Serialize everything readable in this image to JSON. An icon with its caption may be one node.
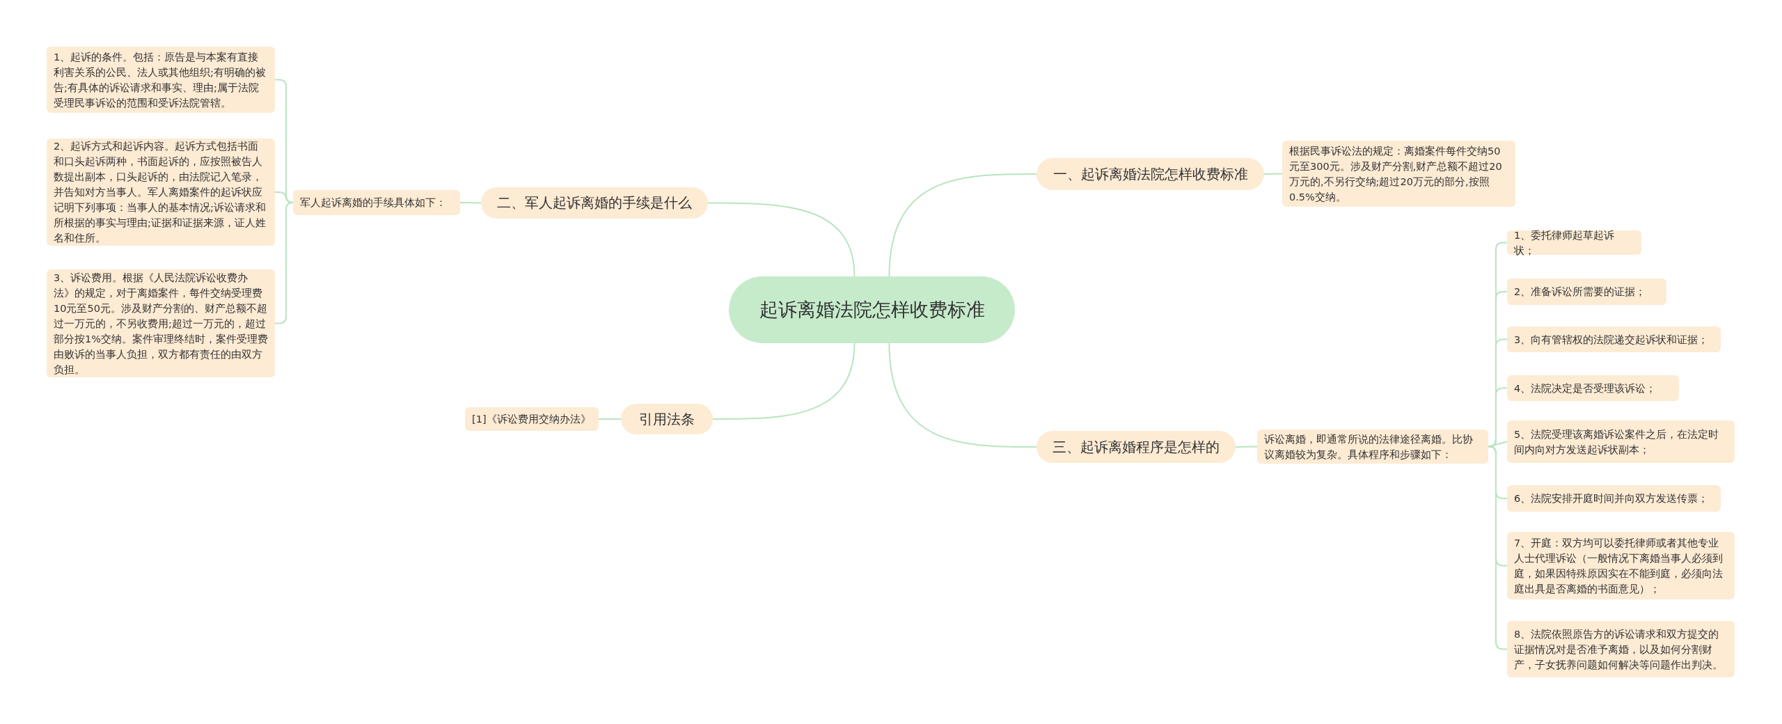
{
  "diagram": {
    "nodes": [
      {
        "text": [
          "起诉离婚法院怎样收费标准"
        ]
      },
      {
        "text": [
          "一、起诉离婚法院怎样收费标准"
        ]
      },
      {
        "text": [
          "根据民事诉讼法的规定：离婚案件每件交纳50元至300元。涉及财产分割,财产总额不超过20万元的,不另行交纳;超过20万元的部分,按照0.5%交纳。"
        ]
      },
      {
        "text": [
          "二、军人起诉离婚的手续是什么"
        ]
      },
      {
        "text": [
          "军人起诉离婚的手续具体如下："
        ]
      },
      {
        "text": [
          "1、起诉的条件。包括：原告是与本案有直接利害关系的公民、法人或其他组织;有明确的被告;有具体的诉讼请求和事实、理由;属于法院受理民事诉讼的范围和受诉法院管辖。"
        ]
      },
      {
        "text": [
          "2、起诉方式和起诉内容。起诉方式包括书面和口头起诉两种，书面起诉的，应按照被告人数提出副本，口头起诉的，由法院记入笔录，并告知对方当事人。军人离婚案件的起诉状应记明下列事项：当事人的基本情况;诉讼请求和所根据的事实与理由;证据和证据来源，证人姓名和住所。"
        ]
      },
      {
        "text": [
          "3、诉讼费用。根据《人民法院诉讼收费办法》的规定，对于离婚案件，每件交纳受理费10元至50元。涉及财产分割的、财产总额不超过一万元的，不另收费用;超过一万元的，超过部分按1%交纳。案件审理终结时，案件受理费由败诉的当事人负担，双方都有责任的由双方负担。"
        ]
      },
      {
        "text": [
          "引用法条"
        ]
      },
      {
        "text": [
          "[1]《诉讼费用交纳办法》"
        ]
      },
      {
        "text": [
          "三、起诉离婚程序是怎样的"
        ]
      },
      {
        "text": [
          "诉讼离婚，即通常所说的法律途径离婚。比协议离婚较为复杂。具体程序和步骤如下："
        ]
      },
      {
        "text": [
          "1、委托律师起草起诉状；"
        ]
      },
      {
        "text": [
          "2、准备诉讼所需要的证据；"
        ]
      },
      {
        "text": [
          "3、向有管辖权的法院递交起诉状和证据；"
        ]
      },
      {
        "text": [
          "4、法院决定是否受理该诉讼；"
        ]
      },
      {
        "text": [
          "5、法院受理该离婚诉讼案件之后，在法定时间内向对方发送起诉状副本；"
        ]
      },
      {
        "text": [
          "6、法院安排开庭时间并向双方发送传票；"
        ]
      },
      {
        "text": [
          "7、开庭：双方均可以委托律师或者其他专业人士代理诉讼（一般情况下离婚当事人必须到庭，如果因特殊原因实在不能到庭，必须向法庭出具是否离婚的书面意见）；"
        ]
      },
      {
        "text": [
          "8、法院依照原告方的诉讼请求和双方提交的证据情况对是否准予离婚，以及如何分割财产，子女抚养问题如何解决等问题作出判决。"
        ]
      }
    ],
    "edges": [
      {
        "from": 0,
        "to": 1,
        "arrow": "none"
      },
      {
        "from": 1,
        "to": 2,
        "arrow": "none"
      },
      {
        "from": 0,
        "to": 3,
        "arrow": "none"
      },
      {
        "from": 3,
        "to": 4,
        "arrow": "none"
      },
      {
        "from": 4,
        "to": 5,
        "arrow": "none"
      },
      {
        "from": 4,
        "to": 6,
        "arrow": "none"
      },
      {
        "from": 4,
        "to": 7,
        "arrow": "none"
      },
      {
        "from": 0,
        "to": 8,
        "arrow": "none"
      },
      {
        "from": 8,
        "to": 9,
        "arrow": "none"
      },
      {
        "from": 0,
        "to": 10,
        "arrow": "none"
      },
      {
        "from": 10,
        "to": 11,
        "arrow": "none"
      },
      {
        "from": 11,
        "to": 12,
        "arrow": "none"
      },
      {
        "from": 11,
        "to": 13,
        "arrow": "none"
      },
      {
        "from": 11,
        "to": 14,
        "arrow": "none"
      },
      {
        "from": 11,
        "to": 15,
        "arrow": "none"
      },
      {
        "from": 11,
        "to": 16,
        "arrow": "none"
      },
      {
        "from": 11,
        "to": 17,
        "arrow": "none"
      },
      {
        "from": 11,
        "to": 18,
        "arrow": "none"
      },
      {
        "from": 11,
        "to": 19,
        "arrow": "none"
      }
    ]
  }
}
